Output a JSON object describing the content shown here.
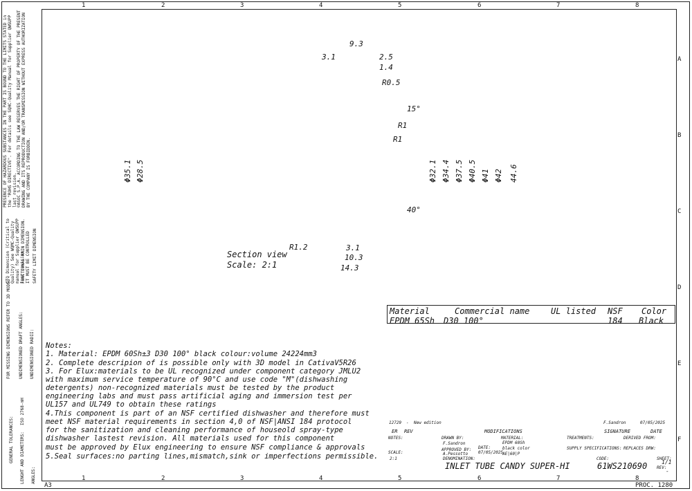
{
  "border": {
    "columns_top": [
      "1",
      "2",
      "3",
      "4",
      "5",
      "6",
      "7",
      "8"
    ],
    "columns_bottom": [
      "1",
      "2",
      "3",
      "4",
      "5",
      "6",
      "7",
      "8"
    ],
    "rows_right": [
      "A",
      "B",
      "C",
      "D",
      "E",
      "F"
    ],
    "sheet_size": "A3",
    "proc": "PROC. 1280"
  },
  "left_strip": {
    "legal_1": "PRESENCE OF HAZARDOUS SUBSTANCES IN THE PART IS BOUND TO THE LIMITS STATED in the \"ROHS DIRECTIVE\". For details see SQHC-Quality Manual for Supplier QWSUPP last revision.",
    "legal_2": "©ASOC S.P.A. ACCORDING TO THE LAW RESERVES THE RIGHT OF PROPERTY OF THE PRESENT DRAWING AND ITS REPRODUCTION AND/OR TRANSMISSION WITHOUT EXPRESS AUTHORIZATION BY THE COMPANY IS FORBIDDEN.",
    "ctq": "CTQ Dimension (Critical to Quality) See WQMC-Quality manual for Supplier QWSUPP last revision",
    "functional": "FUNCTIONAL MAIN DIMENSION. IT MUST BE CONTROLLED",
    "safety": "SAFETY LIMIT DIMENSION",
    "missing": "FOR MISSING DIMENSIONS REFER TO 3D MODEL",
    "draft": "UNDIMENSIONED DRAFT ANGLES:",
    "radii": "UNDIMENSIONED RADII:",
    "general_tol": "GENERAL TOLERANCES:",
    "length_diam": "LENGHT AND DIAMETERS:",
    "iso": "ISO 2768-mH",
    "angles": "ANGLES:"
  },
  "drawing": {
    "dims": [
      "9.3",
      "3.1",
      "2.5",
      "1.4",
      "R0.5",
      "15°",
      "R1",
      "R1",
      "Φ35.1",
      "Φ28.5",
      "Φ32.1",
      "Φ34.4",
      "Φ37.5",
      "Φ40.5",
      "Φ41",
      "Φ42",
      "44.6",
      "40°",
      "R1.2",
      "3.1",
      "10.3",
      "14.3"
    ],
    "section_label": "Section view",
    "scale_label": "Scale:  2:1"
  },
  "notes": {
    "title": "Notes:",
    "lines": [
      "1. Material: EPDM 60Sh±3 D30 100° black colour:volume 24224mm3",
      "2. Complete descripion of is possible only with 3D model in CativaV5R26",
      "3. For Elux:materials to be UL recognized under component category JMLU2",
      "   with maximum service temperature of 90°C and use code \"M\"(dishwashing",
      "   detergents) non-recognized materials must be tested by the product",
      "   engineering labs and must pass artificial aging and immersion test per",
      "   UL157 and UL749 to obtain these ratings",
      "4.This component is part of an NSF certified dishwasher and therefore must",
      "   meet NSF material requirements in section 4,0 of NSF|ANSI 184 protocol",
      "   for the sanitization and cleaning performance of houseold spray-type",
      "   dishwasher lastest revision.     All materials used for this component",
      "   must be approved by Elux engineering to ensure NSF compliance & approvals",
      "5.Seal surfaces:no parting lines,mismatch,sink or imperfections permissible."
    ]
  },
  "material_table": {
    "headers": [
      "Material",
      "Commercial name",
      "UL listed",
      "NSF",
      "Color"
    ],
    "row": [
      "EPDM 65Sh",
      "D30 100°",
      "",
      "184",
      "Black"
    ]
  },
  "revision": {
    "number": "12729",
    "dash": "-",
    "description": "New edition",
    "name": "F.Sandron",
    "date": "07/05/2025",
    "er": "ER",
    "rev": "REV",
    "modifications": "MODIFICATIONS",
    "signature": "SIGNATURE",
    "date_label": "DATE"
  },
  "title_block": {
    "notes_label": "NOTES:",
    "scale_label": "SCALE:",
    "scale": "2:1",
    "drawn_by_label": "DRAWN BY:",
    "drawn_by": "F.Sandron",
    "approved_label": "APPROVED BY:",
    "approved_by": "A.Pessotto",
    "date_label": "DATE:",
    "date": "07/05/2025",
    "material_label": "MATERIAL:",
    "material_1": "EPDM 60Sh",
    "material_2": "black color",
    "material_3": "AE|60|P",
    "treatments_label": "TREATMENTS:",
    "supply_label": "SUPPLY SPECIFICATIONS:",
    "derived_label": "DERIVED FROM:",
    "replaces_label": "REPLACES DRW:",
    "denomination_label": "DENOMINATION:",
    "denomination": "INLET TUBE CANDY SUPER-HI",
    "code_label": "CODE:",
    "code": "61WS210690",
    "sheet_label": "SHEET:",
    "sheet": "1/1",
    "rev_label": "REV:",
    "rev": "-"
  }
}
